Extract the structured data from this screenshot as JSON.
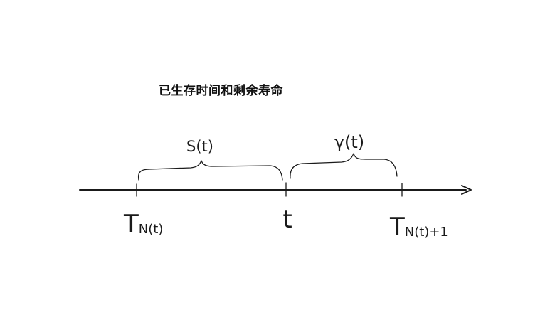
{
  "title": "已生存时间和剩余寿命",
  "labels": {
    "age": "S(t)",
    "residual": "γ(t)",
    "left_tick": {
      "main": "T",
      "sub": "N(t)"
    },
    "middle_tick": "t",
    "right_tick": {
      "main": "T",
      "sub": "N(t)+1"
    }
  },
  "colors": {
    "ink": "#1a1a1a",
    "background": "#ffffff"
  }
}
